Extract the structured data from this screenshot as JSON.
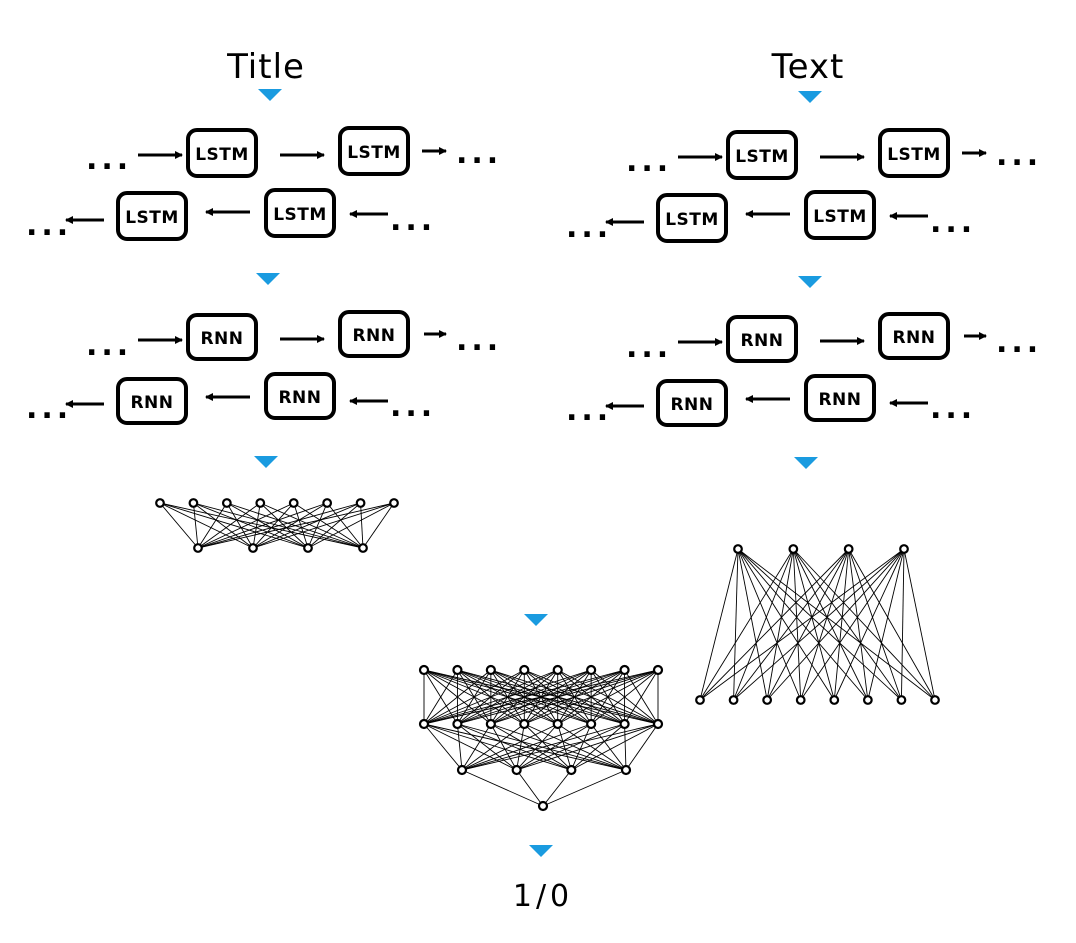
{
  "columns": [
    {
      "title": "Title",
      "lstm_label": "LSTM",
      "rnn_label": "RNN",
      "ellipsis": "..."
    },
    {
      "title": "Text",
      "lstm_label": "LSTM",
      "rnn_label": "RNN",
      "ellipsis": "..."
    }
  ],
  "output": {
    "label": "1/0"
  },
  "colors": {
    "ink": "#000000",
    "flow_marker": "#1a9be0",
    "background": "#ffffff"
  },
  "icons": {
    "flow_marker": "down-triangle-icon",
    "forward_arrow": "right-arrow-icon",
    "backward_arrow": "left-arrow-icon",
    "neuron": "neuron-node-icon"
  },
  "dense_layers": {
    "branch_dense": [
      8,
      4
    ],
    "merge_dense": [
      8,
      8,
      4,
      1
    ]
  }
}
